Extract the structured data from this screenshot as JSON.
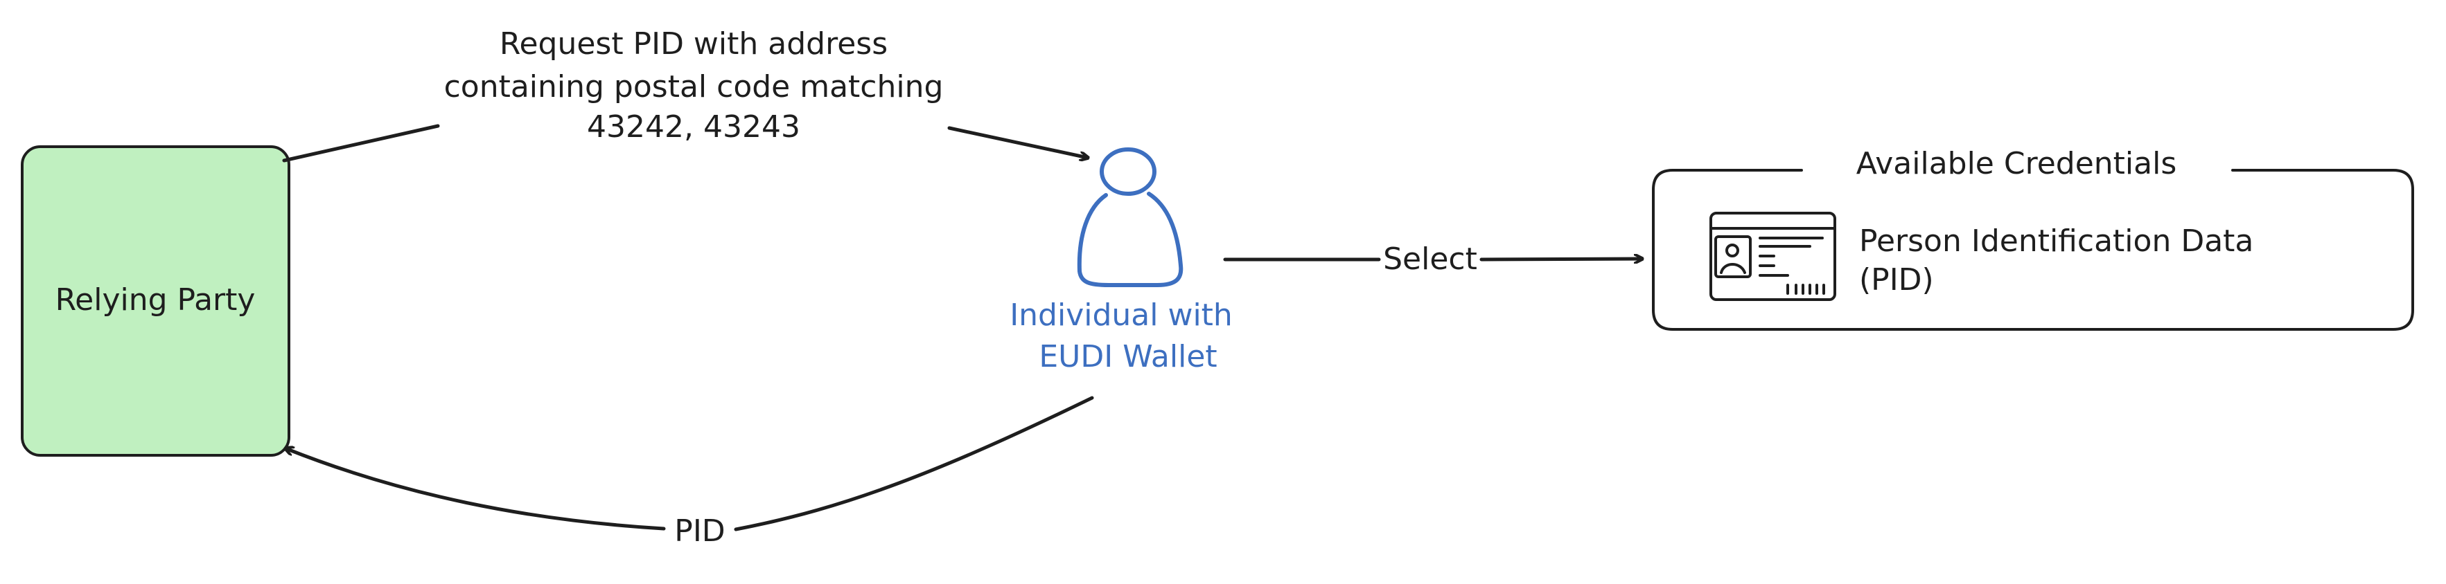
{
  "nodes": {
    "relying_party": {
      "label": "Relying Party",
      "fill": "#c0f0c0",
      "stroke": "#1e1e1e"
    },
    "individual": {
      "label_line1": "Individual with",
      "label_line2": "EUDI Wallet",
      "color": "#3d6fc0"
    },
    "credentials_panel": {
      "title": "Available Credentials",
      "item_line1": "Person Identification Data",
      "item_line2": "(PID)",
      "item_icon": "id-card-icon"
    }
  },
  "edges": {
    "request": {
      "line1": "Request PID with address",
      "line2": "containing postal code matching",
      "line3": "43242, 43243"
    },
    "select": {
      "label": "Select"
    },
    "pid": {
      "label": "PID"
    }
  },
  "colors": {
    "stroke": "#1e1e1e",
    "accent": "#3d6fc0",
    "rp_fill": "#c0f0c0"
  }
}
